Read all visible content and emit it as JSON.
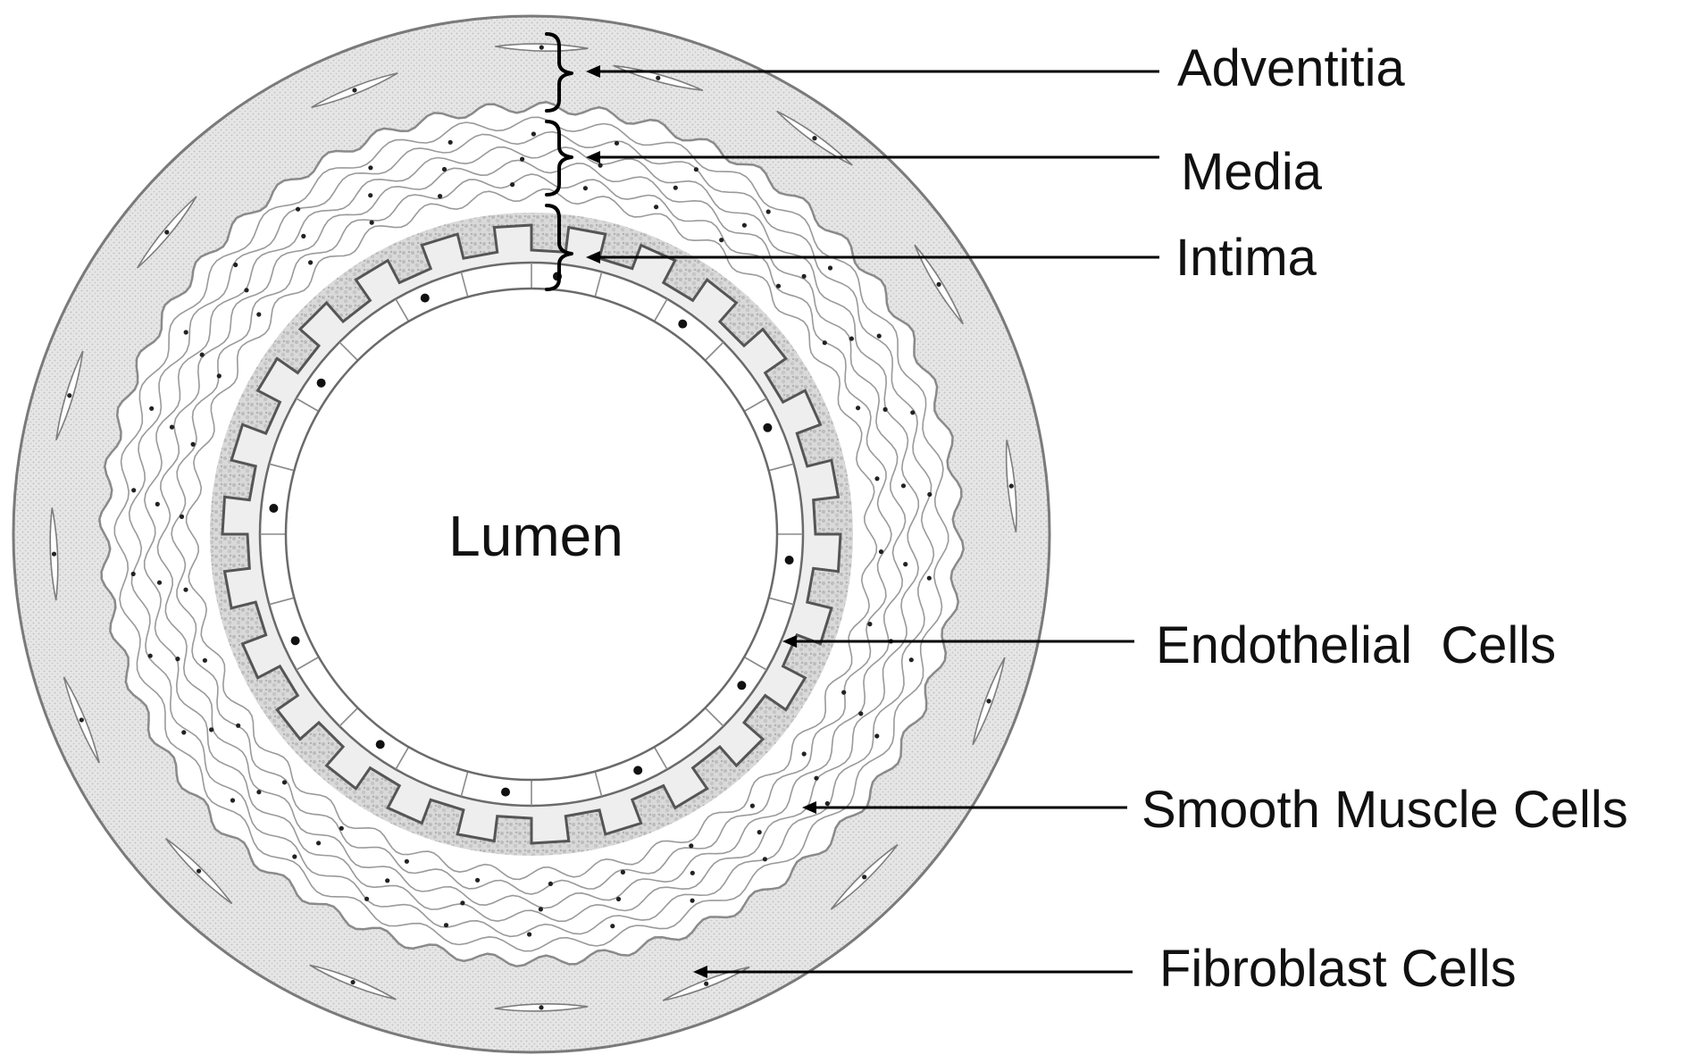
{
  "diagram": {
    "center_label": "Lumen",
    "layers": [
      {
        "id": "adventitia",
        "label": "Adventitia"
      },
      {
        "id": "media",
        "label": "Media"
      },
      {
        "id": "intima",
        "label": "Intima"
      }
    ],
    "cells": [
      {
        "id": "endothelial",
        "label": "Endothelial  Cells"
      },
      {
        "id": "smooth-muscle",
        "label": "Smooth Muscle Cells"
      },
      {
        "id": "fibroblast",
        "label": "Fibroblast Cells"
      }
    ],
    "colors": {
      "line": "#000000",
      "adventitia_fill": "#e3e3e3",
      "intima_fill": "#cfcfcf",
      "lumen_fill": "#ffffff"
    }
  }
}
